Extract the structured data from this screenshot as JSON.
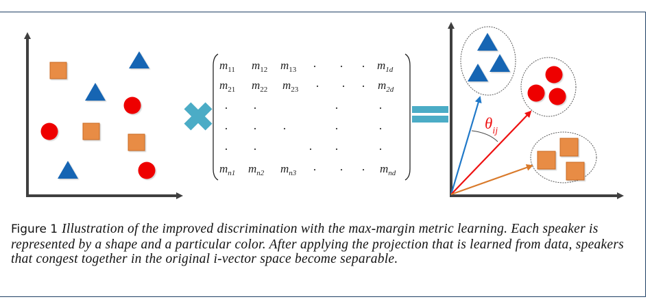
{
  "figure": {
    "label": "Figure 1",
    "caption": "Illustration of the improved discrimination with the max-margin metric learning. Each speaker is represented by a shape and a particular color. After applying the projection that is learned from data, speakers that congest together in the original i-vector space become separable."
  },
  "colors": {
    "frame": "#1d3e63",
    "axis": "#3f3f3f",
    "triangle": "#1565b3",
    "circle": "#ee0000",
    "square": "#e88c45",
    "square_stroke": "#c96a20",
    "operator": "#4bacc6",
    "arrow_blue": "#1f78c8",
    "arrow_red": "#ee1111",
    "arrow_orange": "#d97a2b"
  },
  "operators": {
    "multiply": "multiply-icon",
    "equals": "equals-icon"
  },
  "matrix": {
    "rows": [
      [
        "m",
        "11",
        "m",
        "12",
        "m",
        "13",
        "·",
        "·",
        "·",
        "m",
        "1d"
      ],
      [
        "m",
        "21",
        "m",
        "22",
        "m",
        "23",
        "·",
        "·",
        "·",
        "m",
        "2d"
      ],
      [
        "m",
        "n1",
        "m",
        "n2",
        "m",
        "n3",
        "·",
        "·",
        "·",
        "m",
        "nd"
      ]
    ],
    "cells": {
      "r1": [
        {
          "b": "m",
          "s": "11"
        },
        {
          "b": "m",
          "s": "12"
        },
        {
          "b": "m",
          "s": "13"
        },
        {
          "b": "m",
          "s": "1d"
        }
      ],
      "r2": [
        {
          "b": "m",
          "s": "21"
        },
        {
          "b": "m",
          "s": "22"
        },
        {
          "b": "m",
          "s": "23"
        },
        {
          "b": "m",
          "s": "2d"
        }
      ],
      "rn": [
        {
          "b": "m",
          "s": "n1"
        },
        {
          "b": "m",
          "s": "n2"
        },
        {
          "b": "m",
          "s": "n3"
        },
        {
          "b": "m",
          "s": "nd"
        }
      ]
    },
    "dot": "."
  },
  "angle_label": {
    "symbol": "θ",
    "subscript": "ij"
  },
  "left_panel": {
    "title": "original i-vector space",
    "points": [
      {
        "shape": "square",
        "speaker": "orange"
      },
      {
        "shape": "triangle",
        "speaker": "blue"
      },
      {
        "shape": "triangle",
        "speaker": "blue"
      },
      {
        "shape": "circle",
        "speaker": "red"
      },
      {
        "shape": "circle",
        "speaker": "red"
      },
      {
        "shape": "square",
        "speaker": "orange"
      },
      {
        "shape": "square",
        "speaker": "orange"
      },
      {
        "shape": "triangle",
        "speaker": "blue"
      },
      {
        "shape": "circle",
        "speaker": "red"
      }
    ]
  },
  "right_panel": {
    "title": "projected space",
    "clusters": [
      {
        "speaker": "blue",
        "shape": "triangle",
        "count": 3
      },
      {
        "speaker": "red",
        "shape": "circle",
        "count": 3
      },
      {
        "speaker": "orange",
        "shape": "square",
        "count": 3
      }
    ]
  }
}
